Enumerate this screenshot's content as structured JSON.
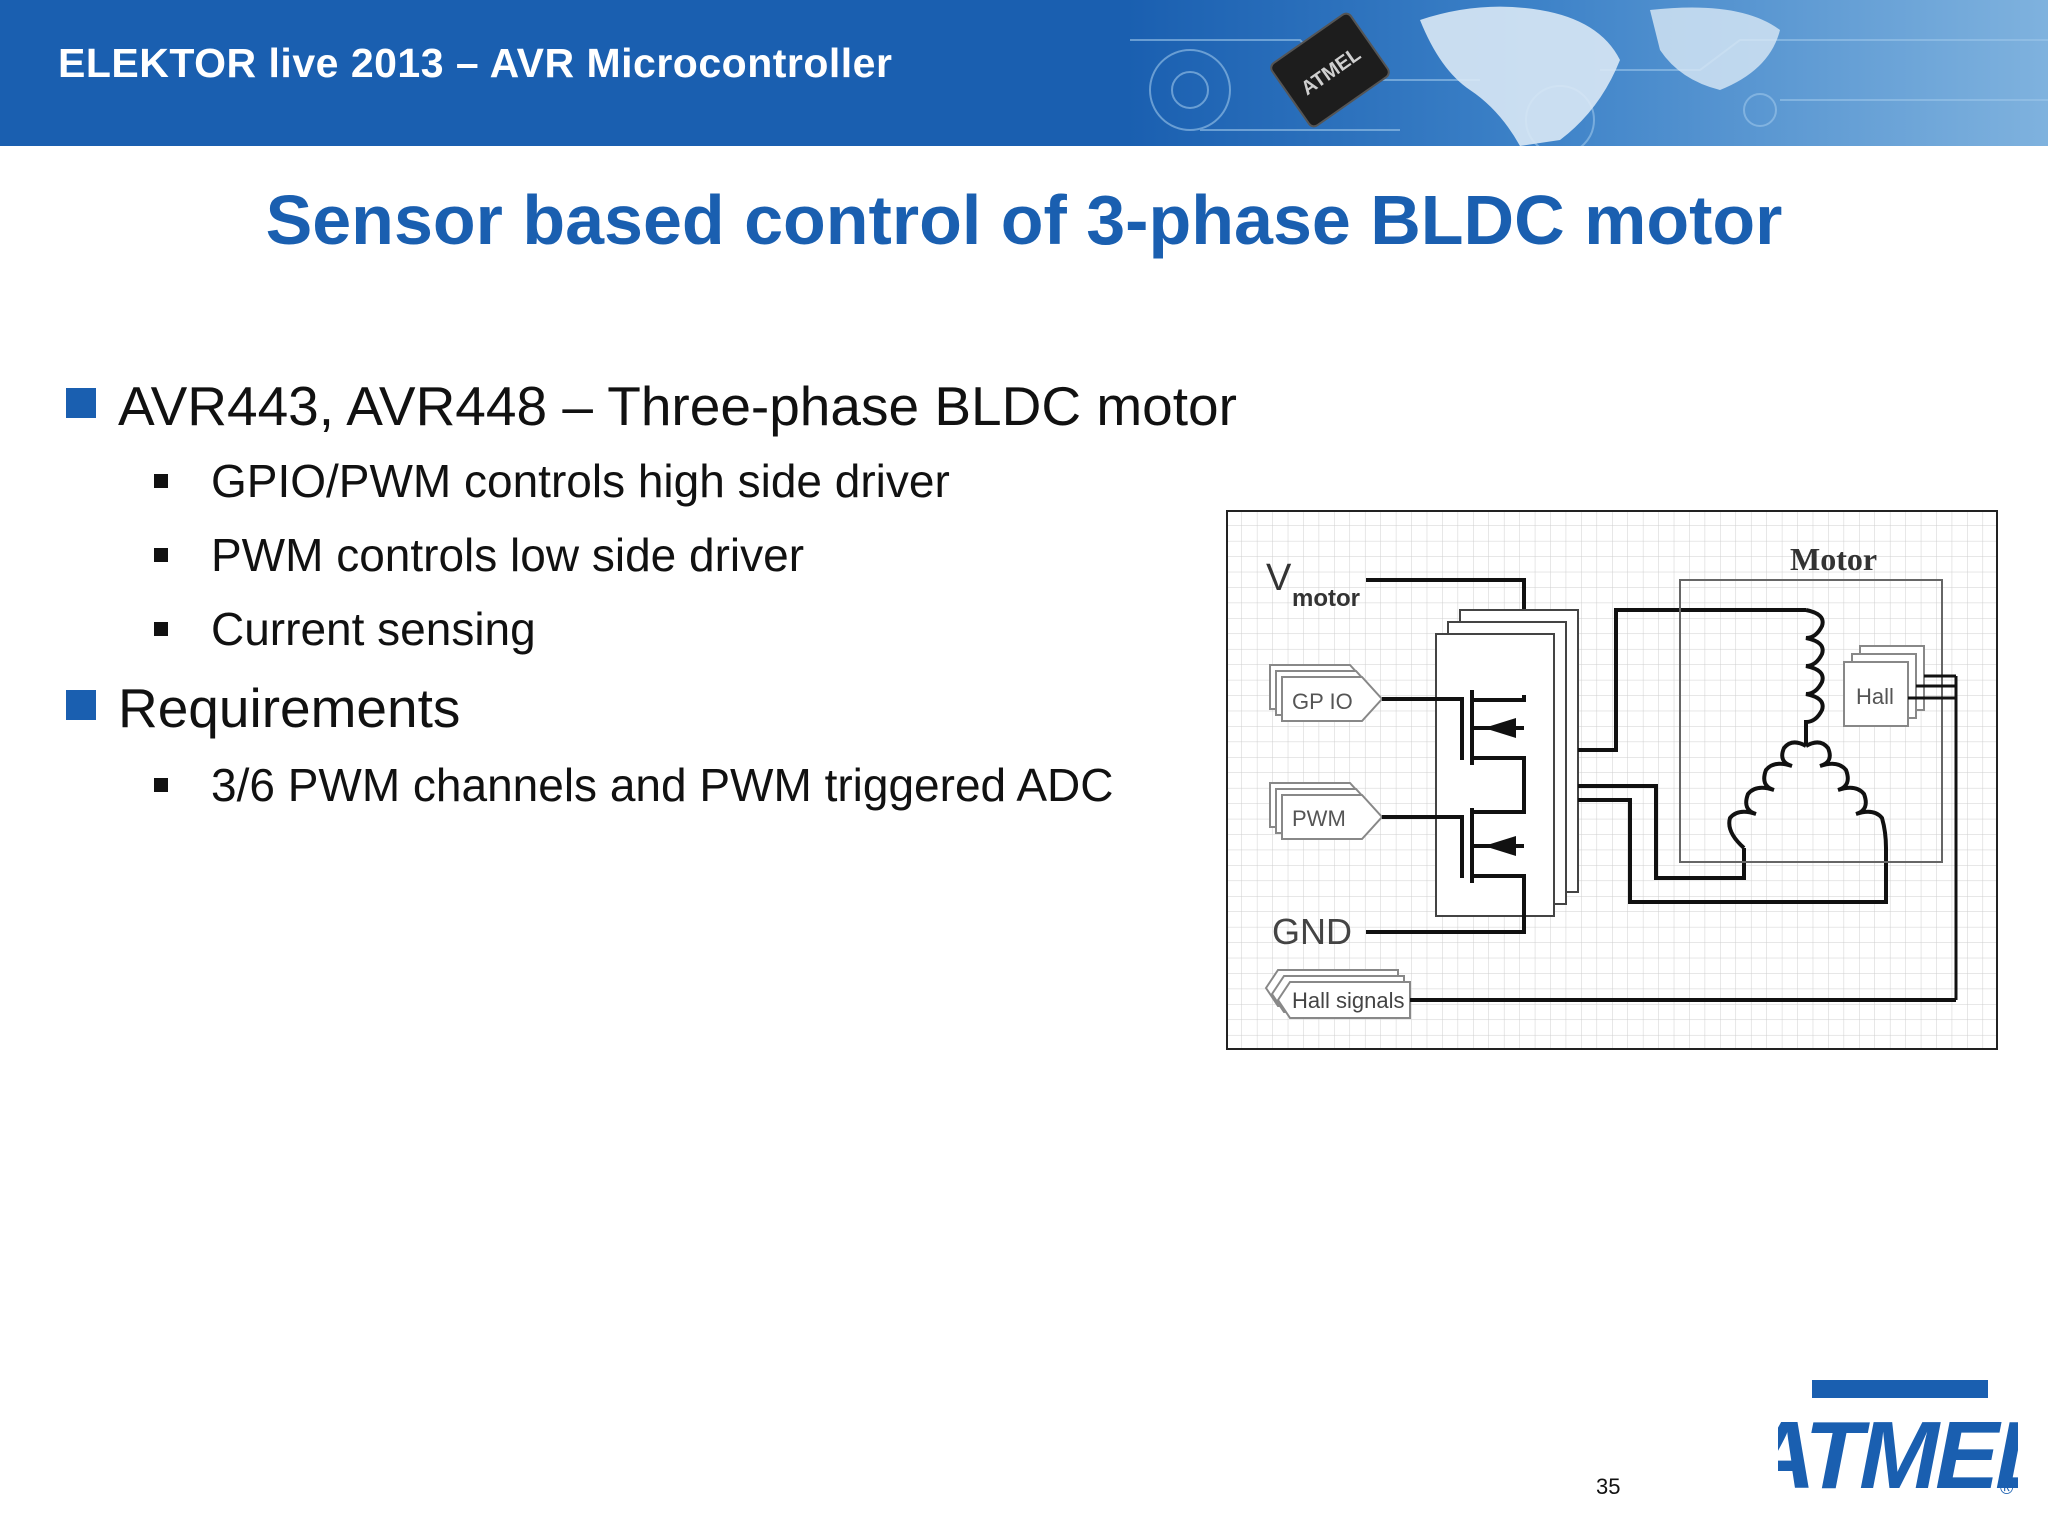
{
  "header": {
    "title": "ELEKTOR live 2013 – AVR Microcontroller",
    "chip_label": "ATMEL"
  },
  "slide": {
    "title": "Sensor based control of 3-phase BLDC motor"
  },
  "bullets": [
    {
      "text": "AVR443, AVR448 – Three-phase BLDC motor",
      "sub": [
        "GPIO/PWM controls high side driver",
        "PWM controls low side driver",
        "Current sensing"
      ]
    },
    {
      "text": "Requirements",
      "sub": [
        "3/6 PWM channels and PWM triggered ADC"
      ]
    }
  ],
  "diagram": {
    "vmotor_v": "V",
    "vmotor_sub": "motor",
    "gpio_label": "GP IO",
    "pwm_label": "PWM",
    "gnd_label": "GND",
    "hall_signals_label": "Hall signals",
    "motor_label": "Motor",
    "hall_label": "Hall"
  },
  "footer": {
    "page_number": "35",
    "logo_text": "ATMEL",
    "registered": "®"
  },
  "colors": {
    "brand_blue": "#1a5fb0",
    "text": "#111111"
  }
}
